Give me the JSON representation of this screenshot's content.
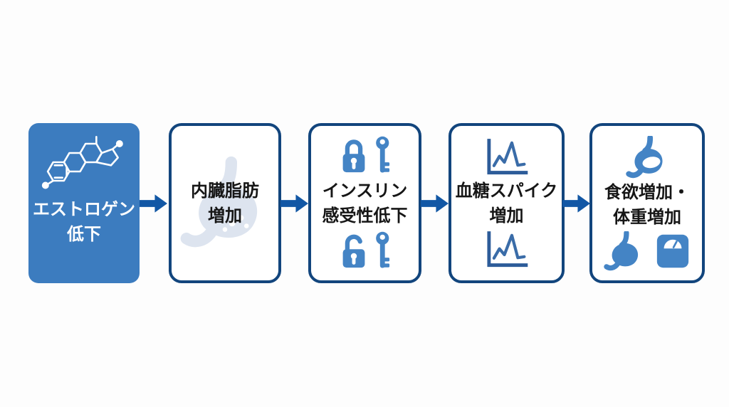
{
  "diagram": {
    "type": "horizontal-flow",
    "language": "ja",
    "colors": {
      "background": "#fdfdfd",
      "step_filled_background": "#3c7cbf",
      "step_border": "#12457d",
      "arrow": "#1257a5",
      "icon_blue": "#4484c5",
      "chart_icon_blue": "#3a6ca8",
      "watermark_blue": "#dde4ef",
      "text_dark": "#161616",
      "text_light": "#ffffff"
    },
    "steps": [
      {
        "id": "estrogen-decrease",
        "label_line1": "エストロゲン",
        "label_line2": "低下",
        "style": "filled",
        "icons": [
          "estrogen-molecule-icon"
        ]
      },
      {
        "id": "visceral-fat-increase",
        "label_line1": "内臓脂肪",
        "label_line2": "増加",
        "style": "outlined",
        "icons": [
          "stomach-watermark-icon"
        ]
      },
      {
        "id": "insulin-sensitivity-decrease",
        "label_line1": "インスリン",
        "label_line2": "感受性低下",
        "style": "outlined",
        "icons": [
          "lock-closed-icon",
          "key-icon",
          "lock-open-icon",
          "key-icon"
        ]
      },
      {
        "id": "glucose-spike-increase",
        "label_line1": "血糖スパイク",
        "label_line2": "増加",
        "style": "outlined",
        "icons": [
          "glucose-spike-chart-icon",
          "glucose-spike-chart-icon"
        ]
      },
      {
        "id": "appetite-weight-increase",
        "label_line1": "食欲増加・",
        "label_line2": "体重増加",
        "style": "outlined",
        "icons": [
          "stomach-icon",
          "stomach-icon",
          "weight-scale-icon"
        ]
      }
    ],
    "arrows": [
      {
        "from": "estrogen-decrease",
        "to": "visceral-fat-increase"
      },
      {
        "from": "visceral-fat-increase",
        "to": "insulin-sensitivity-decrease"
      },
      {
        "from": "insulin-sensitivity-decrease",
        "to": "glucose-spike-increase"
      },
      {
        "from": "glucose-spike-increase",
        "to": "appetite-weight-increase"
      }
    ]
  }
}
